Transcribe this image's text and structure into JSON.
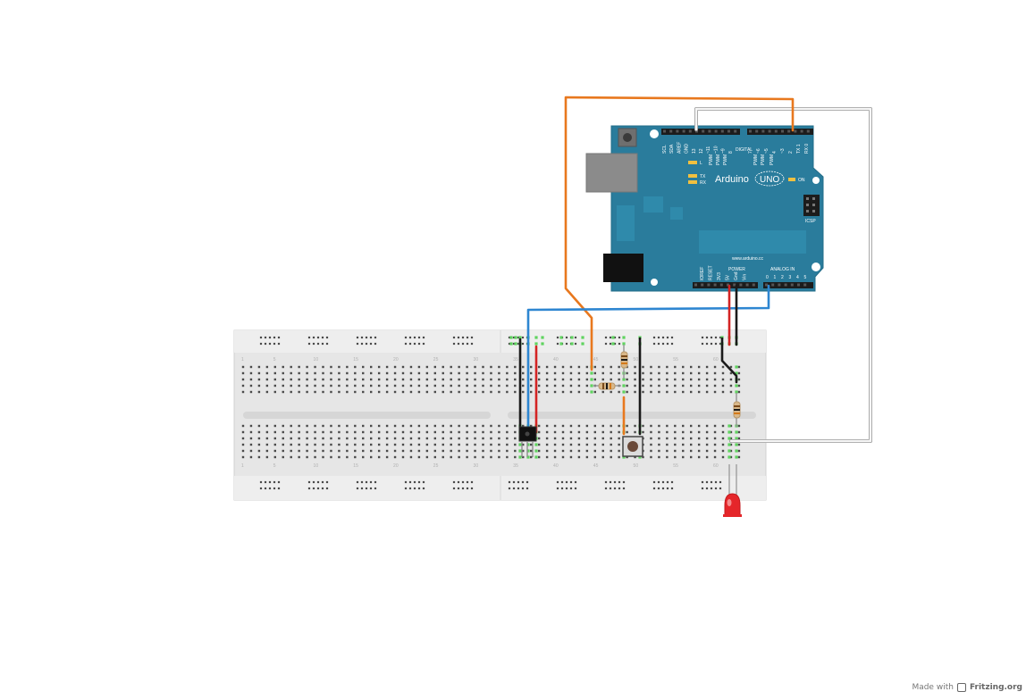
{
  "arduino": {
    "brand": "Arduino",
    "model": "UNO",
    "url": "www.arduino.cc",
    "digital_label": "DIGITAL",
    "power_label": "POWER",
    "analog_label": "ANALOG IN",
    "icsp_label": "ICSP",
    "on_label": "ON",
    "led_l": "L",
    "led_tx": "TX",
    "led_rx": "RX",
    "top_left_pins": [
      "SCL",
      "SDA",
      "AREF",
      "GND",
      "13",
      "12",
      "~11",
      "~10",
      "~9",
      "8"
    ],
    "top_right_pins": [
      "7",
      "~6",
      "~5",
      "4",
      "~3",
      "2",
      "TX 1",
      "RX 0"
    ],
    "power_pins": [
      "IOREF",
      "RESET",
      "3V3",
      "5V",
      "Gnd",
      "Vin"
    ],
    "analog_pins": [
      "0",
      "1",
      "2",
      "3",
      "4",
      "5"
    ],
    "pwm_mark": "PWM"
  },
  "breadboard": {
    "column_numbers": [
      "1",
      "5",
      "10",
      "15",
      "20",
      "25",
      "30",
      "35",
      "40",
      "45",
      "50",
      "55",
      "60"
    ]
  },
  "colors": {
    "board": "#2a7c9c",
    "breadboard": "#e8e8e8",
    "wire_orange": "#e8781e",
    "wire_blue": "#2e86d1",
    "wire_red": "#d42424",
    "wire_black": "#1a1a1a",
    "wire_white": "#f5f5f5",
    "led": "#e5262a"
  },
  "footer": {
    "made_with": "Made with",
    "brand": "Fritzing.org"
  }
}
